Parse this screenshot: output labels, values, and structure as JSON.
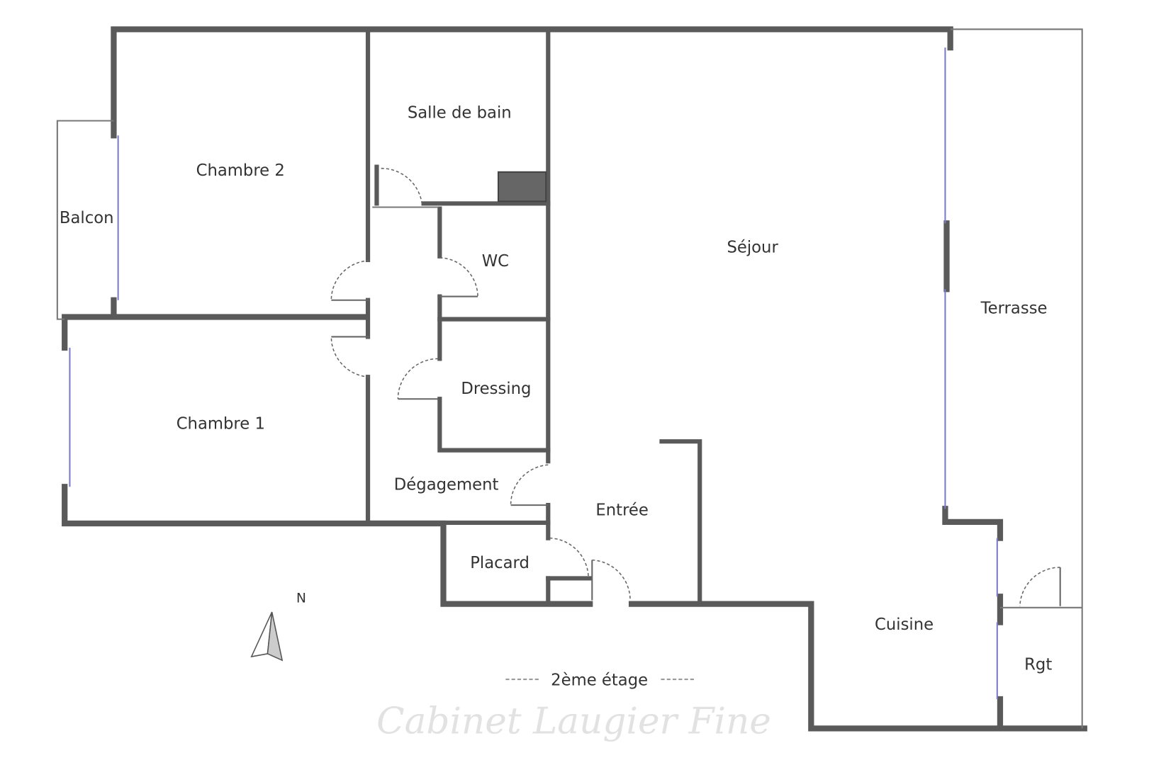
{
  "rooms": {
    "chambre2": "Chambre 2",
    "salle_de_bain": "Salle de bain",
    "balcon": "Balcon",
    "wc": "WC",
    "sejour": "Séjour",
    "terrasse": "Terrasse",
    "dressing": "Dressing",
    "chambre1": "Chambre 1",
    "degagement": "Dégagement",
    "entree": "Entrée",
    "placard": "Placard",
    "cuisine": "Cuisine",
    "rgt": "Rgt"
  },
  "north_label": "N",
  "floor_label": "2ème étage",
  "watermark": "Cabinet Laugier Fine",
  "colors": {
    "wall": "#5a5a5a",
    "window": "#7b7bc8"
  }
}
